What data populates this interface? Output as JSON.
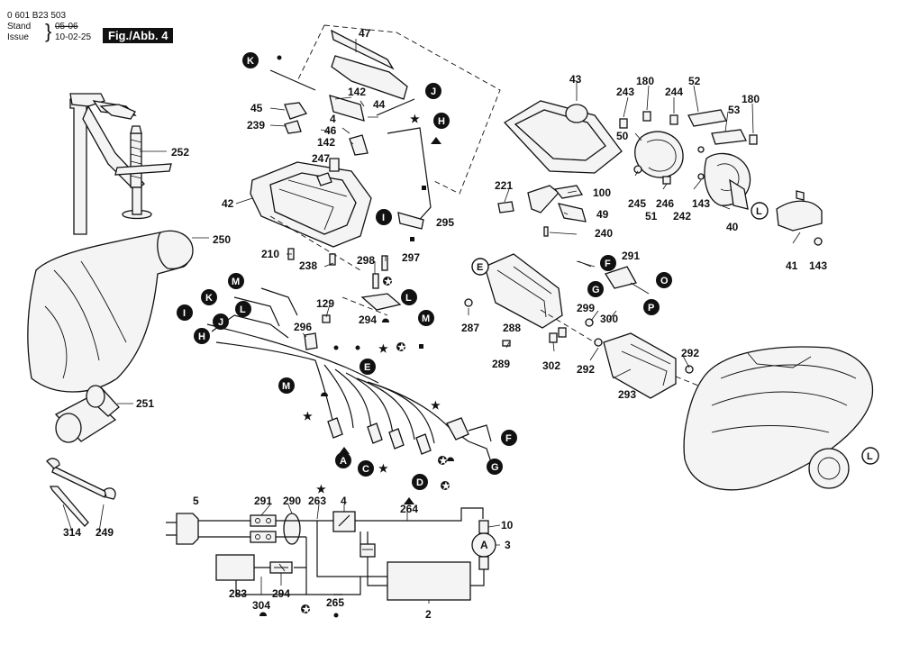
{
  "header": {
    "code": "0 601 B23 503",
    "stand_label": "Stand",
    "issue_label": "Issue",
    "stand_value": "05-06",
    "issue_value": "10-02-25",
    "figure": "Fig./Abb. 4"
  },
  "numbers": {
    "n47": "47",
    "n44": "44",
    "n142a": "142",
    "n45": "45",
    "n239": "239",
    "n4a": "4",
    "n46": "46",
    "n142b": "142",
    "n247": "247",
    "n42": "42",
    "n252": "252",
    "n250": "250",
    "n210": "210",
    "n238": "238",
    "n298": "298",
    "n297": "297",
    "n295": "295",
    "n43": "43",
    "n221": "221",
    "n100": "100",
    "n49": "49",
    "n240": "240",
    "n243": "243",
    "n180a": "180",
    "n244": "244",
    "n52": "52",
    "n53": "53",
    "n180b": "180",
    "n50": "50",
    "n245": "245",
    "n51": "51",
    "n246": "246",
    "n242": "242",
    "n143a": "143",
    "n40": "40",
    "n41": "41",
    "n143b": "143",
    "n129": "129",
    "n296": "296",
    "n294a": "294",
    "n291a": "291",
    "n299": "299",
    "n300": "300",
    "n287": "287",
    "n288": "288",
    "n289": "289",
    "n302": "302",
    "n292a": "292",
    "n292b": "292",
    "n293": "293",
    "n251": "251",
    "n314": "314",
    "n249": "249",
    "n5": "5",
    "n291b": "291",
    "n290": "290",
    "n263": "263",
    "n4b": "4",
    "n264": "264",
    "n10": "10",
    "n3": "3",
    "n283": "283",
    "n294b": "294",
    "n304": "304",
    "n265": "265",
    "n2": "2",
    "motor_symbol": "A"
  },
  "letters": {
    "K1": "K",
    "J1": "J",
    "H1": "H",
    "I1": "I",
    "L1": "L",
    "M1": "M",
    "M2": "M",
    "K2": "K",
    "L2": "L",
    "I2": "I",
    "J2": "J",
    "H2": "H",
    "E1": "E",
    "M3": "M",
    "A": "A",
    "C": "C",
    "D": "D",
    "F1": "F",
    "G1": "G",
    "E2": "E",
    "F2": "F",
    "G2": "G",
    "O": "O",
    "P": "P",
    "L3": "L",
    "L4": "L"
  }
}
